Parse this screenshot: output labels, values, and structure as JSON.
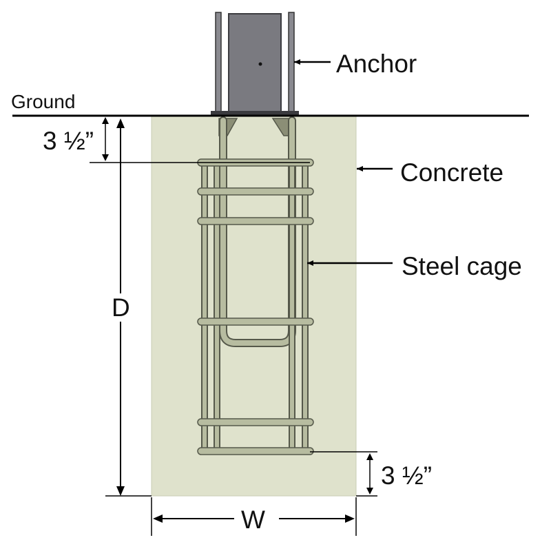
{
  "labels": {
    "anchor": "Anchor",
    "ground": "Ground",
    "concrete": "Concrete",
    "steel_cage": "Steel cage",
    "top_clearance": "3 ½”",
    "bottom_clearance": "3 ½”",
    "depth": "D",
    "width": "W"
  },
  "colors": {
    "concrete_fill": "#dfe2cc",
    "concrete_edge": "#c9cdb5",
    "anchor_plate": "#7a7a80",
    "anchor_edge": "#3c3c40",
    "rebar": "#b7bca0",
    "rebar_edge": "#55584a",
    "line": "#000000"
  }
}
